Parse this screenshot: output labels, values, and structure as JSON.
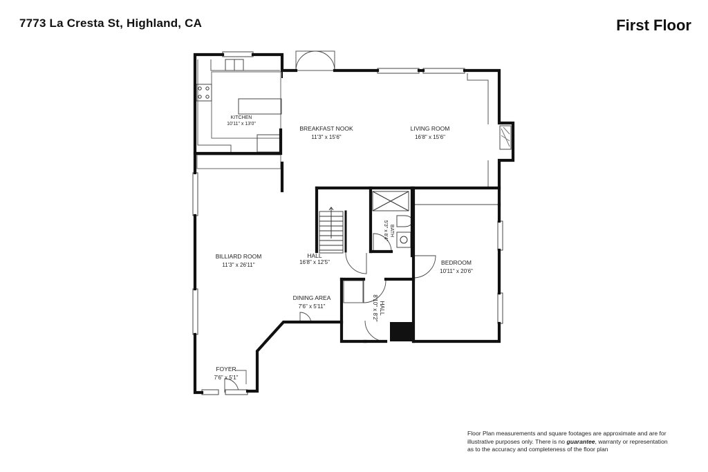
{
  "header": {
    "address": "7773 La Cresta St, Highland, CA",
    "floor_label": "First Floor"
  },
  "rooms": {
    "kitchen": {
      "name": "KITCHEN",
      "dims": "10'11\" x 13'0\""
    },
    "breakfast_nook": {
      "name": "BREAKFAST NOOK",
      "dims": "11'3\" x 15'6\""
    },
    "living_room": {
      "name": "LIVING ROOM",
      "dims": "16'8\" x 15'6\""
    },
    "bath": {
      "name": "BATH",
      "dims": "5'3\" x 8'4\""
    },
    "billiard_room": {
      "name": "BILLIARD ROOM",
      "dims": "11'3\" x 26'11\""
    },
    "hall_main": {
      "name": "HALL",
      "dims": "16'8\" x 12'5\""
    },
    "bedroom": {
      "name": "BEDROOM",
      "dims": "10'11\" x 20'6\""
    },
    "dining_area": {
      "name": "DINING AREA",
      "dims": "7'6\" x 5'11\""
    },
    "hall_small": {
      "name": "HALL",
      "dims": "8'10\" x 8'2\""
    },
    "foyer": {
      "name": "FOYER",
      "dims": "7'6\" x 5'1\""
    }
  },
  "disclaimer": {
    "line1": "Floor Plan measurements and square footages are approximate and are for",
    "line2_a": "illustrative purposes only. There is no",
    "line2_b": "guarantee",
    "line2_c": ", warranty or representation",
    "line3": "as to the accuracy and completeness of the floor plan"
  }
}
